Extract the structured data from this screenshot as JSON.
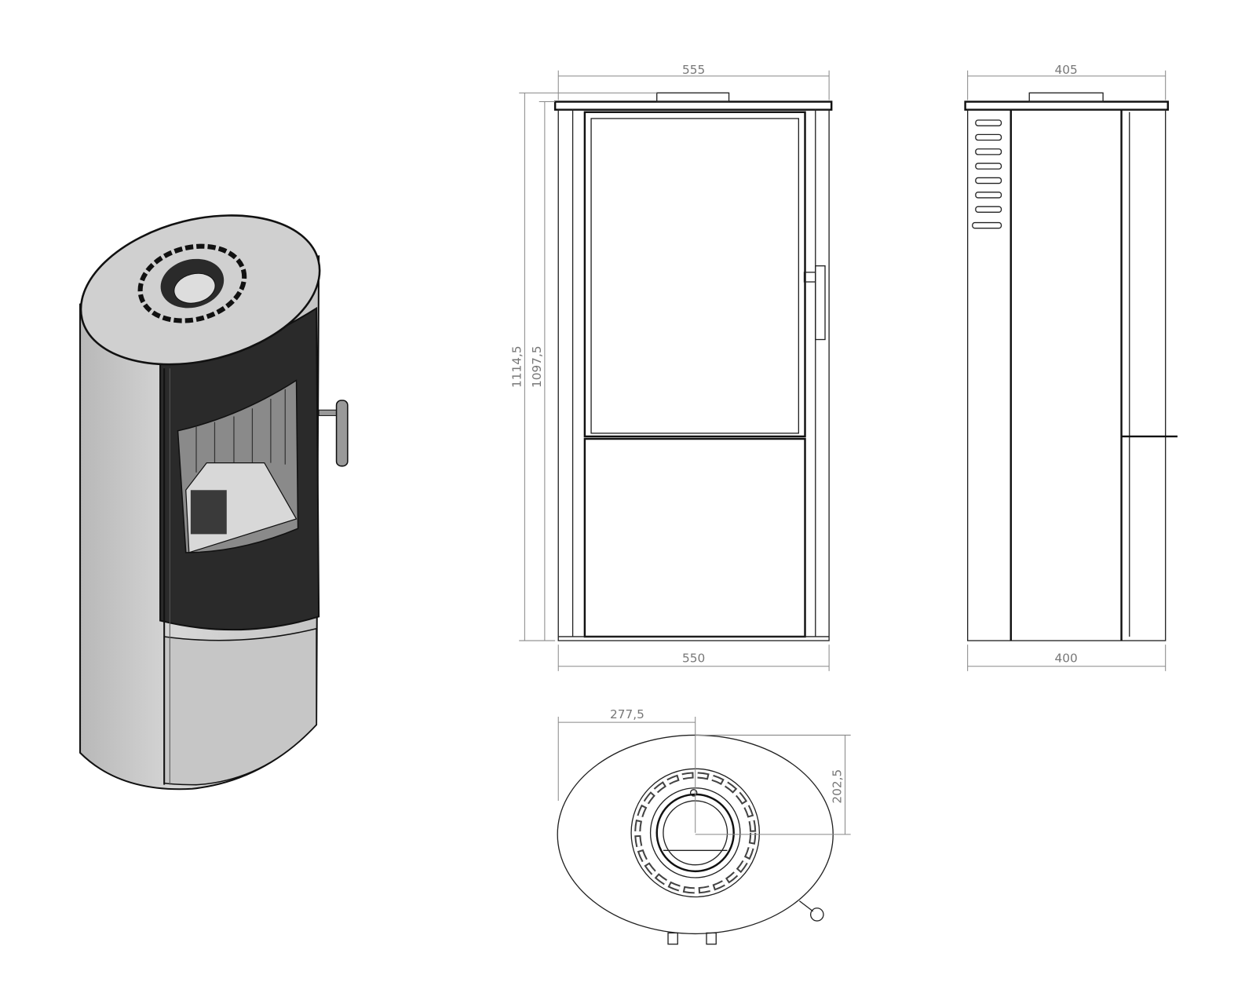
{
  "drawing": {
    "subject": "stove",
    "views": [
      "isometric",
      "front",
      "side",
      "top"
    ],
    "dimensions": {
      "front_top_width": "555",
      "front_bottom_width": "550",
      "total_height": "1114,5",
      "body_height": "1097,5",
      "side_top_depth": "405",
      "side_bottom_depth": "400",
      "flue_offset_x": "277,5",
      "flue_offset_y": "202,5"
    },
    "colors": {
      "line": "#222222",
      "dimension": "#888888",
      "body": "#c8c8c8",
      "dark": "#2a2a2a"
    }
  }
}
